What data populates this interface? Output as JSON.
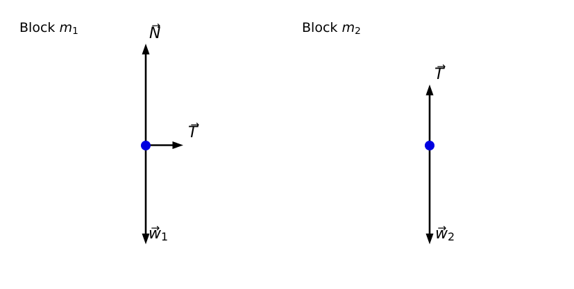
{
  "figure": {
    "background_color": "#ffffff",
    "line_color": "#000000",
    "point_color": "#0000e0",
    "vector_arrow_glyph": "→",
    "diagrams": [
      {
        "id": "block-m1",
        "title": {
          "prefix": "Block",
          "symbol": "m",
          "subscript": "1"
        },
        "forces": [
          {
            "name": "normal-force",
            "letter": "N",
            "subscript": "",
            "direction": "up"
          },
          {
            "name": "tension-force",
            "letter": "T",
            "subscript": "",
            "direction": "right"
          },
          {
            "name": "weight-force",
            "letter": "w",
            "subscript": "1",
            "direction": "down"
          }
        ]
      },
      {
        "id": "block-m2",
        "title": {
          "prefix": "Block",
          "symbol": "m",
          "subscript": "2"
        },
        "forces": [
          {
            "name": "tension-force",
            "letter": "T",
            "subscript": "",
            "direction": "up"
          },
          {
            "name": "weight-force",
            "letter": "w",
            "subscript": "2",
            "direction": "down"
          }
        ]
      }
    ]
  }
}
